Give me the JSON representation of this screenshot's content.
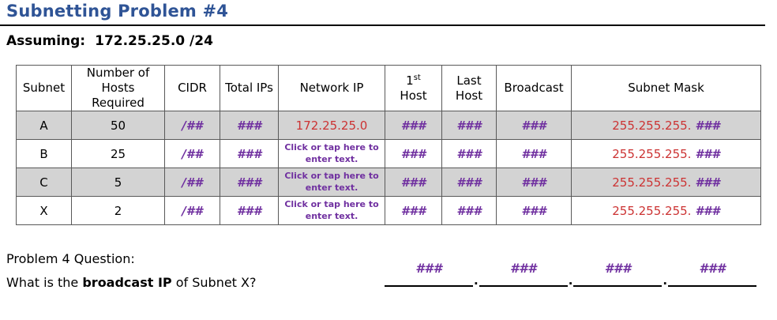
{
  "title": "Subnetting Problem #4",
  "assuming": {
    "label": "Assuming:",
    "value": "172.25.25.0 /24"
  },
  "colors": {
    "heading_blue": "#2F5496",
    "field_purple": "#7030A0",
    "value_red": "#CC3333",
    "row_shade_gray": "#D3D3D3",
    "table_border": "#595959"
  },
  "table": {
    "headers": {
      "subnet": "Subnet",
      "hosts": "Number of Hosts Required",
      "cidr": "CIDR",
      "total_ips": "Total IPs",
      "network_ip": "Network IP",
      "first_host_num": "1",
      "first_host_sup": "st",
      "first_host_rest": "Host",
      "last_host": "Last Host",
      "broadcast": "Broadcast",
      "subnet_mask": "Subnet Mask"
    },
    "placeholder": "Click or tap here to enter text.",
    "rows": [
      {
        "subnet": "A",
        "hosts": "50",
        "cidr": "/##",
        "total_ips": "###",
        "network_ip": "172.25.25.0",
        "first_host": "###",
        "last_host": "###",
        "broadcast": "###",
        "mask_prefix": "255.255.255.",
        "mask_value": "###",
        "shaded": true
      },
      {
        "subnet": "B",
        "hosts": "25",
        "cidr": "/##",
        "total_ips": "###",
        "network_ip": "",
        "first_host": "###",
        "last_host": "###",
        "broadcast": "###",
        "mask_prefix": "255.255.255.",
        "mask_value": "###",
        "shaded": false
      },
      {
        "subnet": "C",
        "hosts": "5",
        "cidr": "/##",
        "total_ips": "###",
        "network_ip": "",
        "first_host": "###",
        "last_host": "###",
        "broadcast": "###",
        "mask_prefix": "255.255.255.",
        "mask_value": "###",
        "shaded": true
      },
      {
        "subnet": "X",
        "hosts": "2",
        "cidr": "/##",
        "total_ips": "###",
        "network_ip": "",
        "first_host": "###",
        "last_host": "###",
        "broadcast": "###",
        "mask_prefix": "255.255.255.",
        "mask_value": "###",
        "shaded": false
      }
    ]
  },
  "question": {
    "line1": "Problem 4 Question:",
    "line2_prefix": "What is the ",
    "line2_bold": "broadcast IP",
    "line2_suffix": " of Subnet X?"
  },
  "answer": {
    "octets": [
      "###",
      "###",
      "###",
      "###"
    ],
    "separator": "."
  }
}
